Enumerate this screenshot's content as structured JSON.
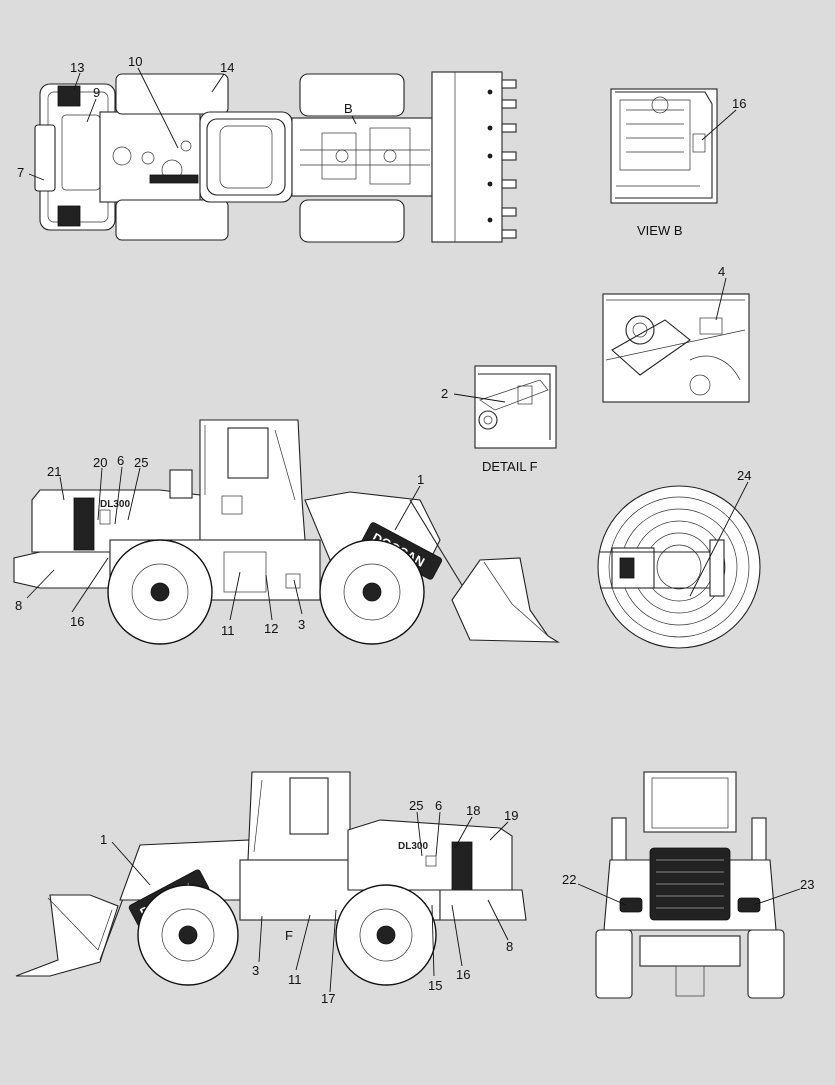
{
  "captions": {
    "view_b": "VIEW B",
    "detail_f": "DETAIL F",
    "view_b_marker": "B",
    "detail_f_marker": "F"
  },
  "decals": {
    "brand": "DOOSAN",
    "model": "DL300"
  },
  "callouts": {
    "top_view": [
      "13",
      "10",
      "14",
      "9",
      "7"
    ],
    "view_b": [
      "16"
    ],
    "detail_4": [
      "4"
    ],
    "detail_f": [
      "2"
    ],
    "left_side": [
      "21",
      "20",
      "6",
      "25",
      "1",
      "8",
      "16",
      "11",
      "12",
      "3"
    ],
    "fan_detail": [
      "24"
    ],
    "right_side": [
      "25",
      "6",
      "18",
      "19",
      "1",
      "8",
      "16",
      "15",
      "17",
      "11",
      "3"
    ],
    "rear_view": [
      "22",
      "23"
    ]
  }
}
